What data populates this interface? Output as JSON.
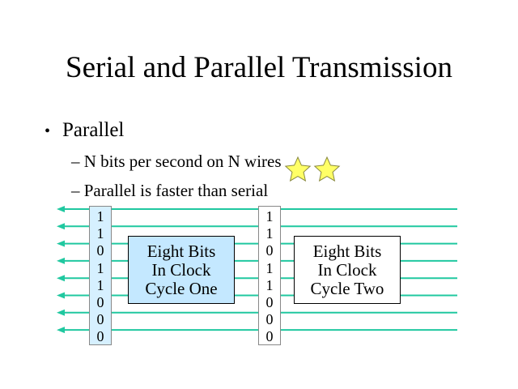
{
  "title": "Serial and Parallel Transmission",
  "bullet": {
    "marker": "•",
    "text": "Parallel"
  },
  "sub_items": [
    {
      "marker": "–",
      "text": "N bits per second on N wires"
    },
    {
      "marker": "–",
      "text": "Parallel is faster than serial"
    }
  ],
  "wires": {
    "count": 8,
    "direction": "left",
    "color": "#20c8a0"
  },
  "bit_columns": [
    {
      "bits": [
        "1",
        "1",
        "0",
        "1",
        "1",
        "0",
        "0",
        "0"
      ],
      "fill": "#d6f0ff"
    },
    {
      "bits": [
        "1",
        "1",
        "0",
        "1",
        "1",
        "0",
        "0",
        "0"
      ],
      "fill": "#ffffff"
    }
  ],
  "boxes": [
    {
      "lines": [
        "Eight Bits",
        "In Clock",
        "Cycle One"
      ],
      "fill": "#c4e8ff"
    },
    {
      "lines": [
        "Eight Bits",
        "In Clock",
        "Cycle Two"
      ],
      "fill": "#ffffff"
    }
  ],
  "stars": {
    "count": 2,
    "color": "#ffff66"
  }
}
